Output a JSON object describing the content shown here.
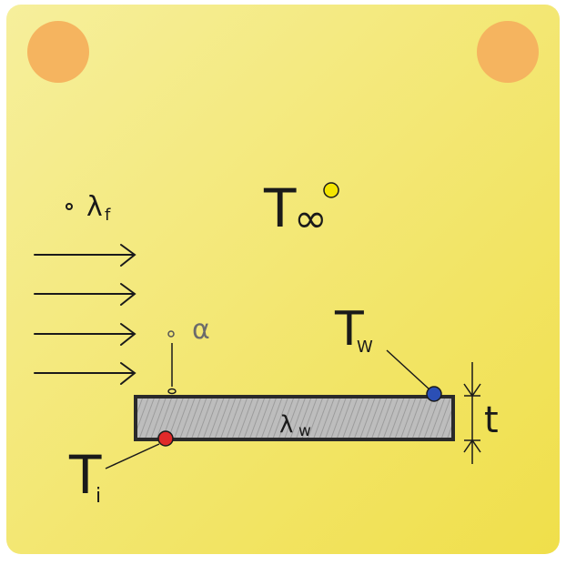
{
  "labels": {
    "t_inf_main": "T",
    "t_inf_sub": "∞",
    "lambda_f_main": "λ",
    "lambda_f_sub": "f",
    "alpha": "α",
    "t_w_main": "T",
    "t_w_sub": "W",
    "lambda_w_main": "λ",
    "lambda_w_sub": "w",
    "t_i_main": "T",
    "t_i_sub": "i",
    "thickness": "t"
  },
  "colors": {
    "background_light": "#f6ef9c",
    "background_dark": "#f0df4a",
    "corner_dot": "#f5b45f",
    "wall_fill": "#b9b9b9",
    "wall_border": "#2a2a2a",
    "t_inf_marker": "#f4e500",
    "t_w_marker": "#2b4fb5",
    "t_i_marker": "#e02a2a"
  }
}
